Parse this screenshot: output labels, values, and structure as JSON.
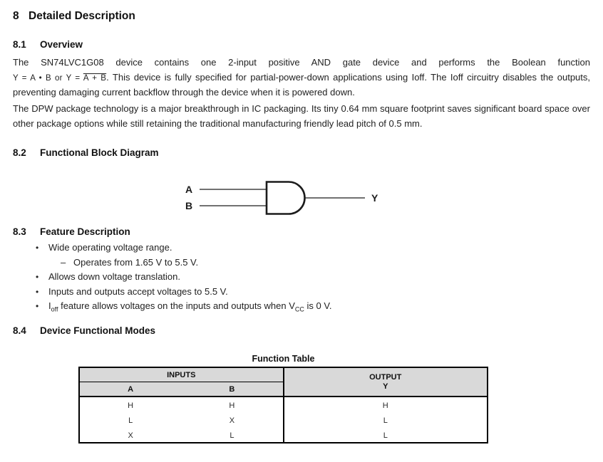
{
  "header": {
    "number": "8",
    "title": "Detailed Description"
  },
  "overview": {
    "number": "8.1",
    "title": "Overview",
    "p1_intro": "The SN74LVC1G08 device contains one 2-input positive AND gate device and performs the Boolean function",
    "p1_formula_left": "Y = A • B or Y = ",
    "p1_formula_overlined": "A + B",
    "p1_rest": ". This device is fully specified for partial-power-down applications using Ioff. The Ioff circuitry disables the outputs, preventing damaging current backflow through the device when it is powered down.",
    "p2": "The DPW package technology is a major breakthrough in IC packaging. Its tiny 0.64 mm square footprint saves significant board space over other package options while still retaining the traditional manufacturing friendly lead pitch of 0.5 mm."
  },
  "block_diagram": {
    "number": "8.2",
    "title": "Functional Block Diagram",
    "input_a": "A",
    "input_b": "B",
    "output_y": "Y"
  },
  "features": {
    "number": "8.3",
    "title": "Feature Description",
    "bullet_glyph": "•",
    "dash_glyph": "–",
    "item1": "Wide operating voltage range.",
    "item1_sub": "Operates from 1.65 V to 5.5 V.",
    "item2": "Allows down voltage translation.",
    "item3": "Inputs and outputs accept voltages to 5.5 V.",
    "item4_i": "I",
    "item4_i_sub": "off",
    "item4_mid": " feature allows voltages on the inputs and outputs when V",
    "item4_v_sub": "CC",
    "item4_end": " is 0 V."
  },
  "modes": {
    "number": "8.4",
    "title": "Device Functional Modes"
  },
  "function_table": {
    "caption": "Function Table",
    "inputs_header": "INPUTS",
    "output_header": "OUTPUT",
    "output_sub_header": "Y",
    "col_a": "A",
    "col_b": "B",
    "rows": [
      [
        "H",
        "H",
        "H"
      ],
      [
        "L",
        "X",
        "L"
      ],
      [
        "X",
        "L",
        "L"
      ]
    ]
  },
  "colors": {
    "table_header_bg": "#d9d9d9",
    "text": "#1c1c1c",
    "border": "#000000"
  }
}
